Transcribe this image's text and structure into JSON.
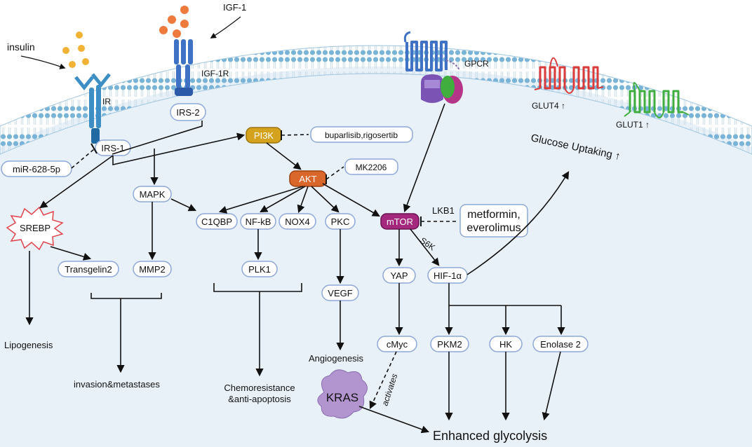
{
  "ligands": {
    "insulin": "insulin",
    "igf1": "IGF-1"
  },
  "receptors": {
    "ir": "IR",
    "igf1r": "IGF-1R",
    "gpcr": "GPCR",
    "glut4": "GLUT4 ↑",
    "glut1": "GLUT1 ↑"
  },
  "nodes": {
    "irs1": "IRS-1",
    "irs2": "IRS-2",
    "mir": "miR-628-5p",
    "pi3k": "PI3K",
    "akt": "AKT",
    "mtor": "mTOR",
    "mapk": "MAPK",
    "srebp": "SREBP",
    "transgelin2": "Transgelin2",
    "mmp2": "MMP2",
    "c1qbp": "C1QBP",
    "nfkb": "NF-kB",
    "nox4": "NOX4",
    "pkc": "PKC",
    "plk1": "PLK1",
    "vegf": "VEGF",
    "yap": "YAP",
    "hif1a": "HIF-1α",
    "cmyc": "cMyc",
    "pkm2": "PKM2",
    "hk": "HK",
    "enolase2": "Enolase 2",
    "kras": "KRAS"
  },
  "inhibitors": {
    "buparlisib": "buparlisib,rigosertib",
    "mk2206": "MK2206",
    "lkb1": "LKB1",
    "metformin_line1": "metformin,",
    "metformin_line2": "everolimus"
  },
  "edge_labels": {
    "s6k": "S6K",
    "activates": "activates"
  },
  "outcomes": {
    "glucose": "Glucose Uptaking ↑",
    "lipogenesis": "Lipogenesis",
    "invasion": "invasion&metastases",
    "chemo1": "Chemoresistance",
    "chemo2": "&anti-apoptosis",
    "angiogenesis": "Angiogenesis",
    "glycolysis": "Enhanced glycolysis"
  },
  "colors": {
    "membrane": "#9ec5e0",
    "cytoplasm": "#e9f1f8",
    "node_stroke": "#8ea8d8",
    "pi3k": "#d4a21c",
    "akt": "#d9662a",
    "mtor": "#a3287e",
    "insulin_dot": "#f2b233",
    "igf_dot": "#ee7a3d",
    "receptor_blue": "#3c8ec5",
    "gpcr_blue": "#3f72c4",
    "glut4": "#d93a3a",
    "glut1": "#3fae3f",
    "srebp": "#e0434b",
    "kras": "#b294cf"
  }
}
